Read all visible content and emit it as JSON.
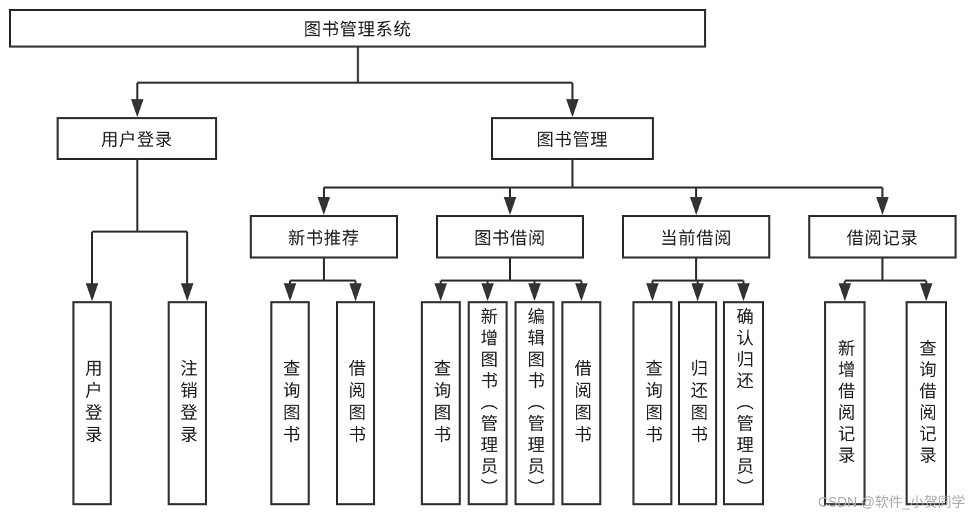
{
  "diagram": {
    "type": "hierarchy-tree",
    "background": "#ffffff",
    "line_color": "#333333",
    "text_color": "#1e1e1e",
    "watermark_color": "#ababab"
  },
  "watermark": {
    "text": "CSDN @软件_小贺同学"
  },
  "tree": {
    "label": "图书管理系统",
    "children": [
      {
        "label": "用户登录",
        "children": [
          {
            "label": "用户登录"
          },
          {
            "label": "注销登录"
          }
        ]
      },
      {
        "label": "图书管理",
        "children": [
          {
            "label": "新书推荐",
            "children": [
              {
                "label": "查询图书"
              },
              {
                "label": "借阅图书"
              }
            ]
          },
          {
            "label": "图书借阅",
            "children": [
              {
                "label": "查询图书"
              },
              {
                "label": "新增图书（管理员）"
              },
              {
                "label": "编辑图书（管理员）"
              },
              {
                "label": "借阅图书"
              }
            ]
          },
          {
            "label": "当前借阅",
            "children": [
              {
                "label": "查询图书"
              },
              {
                "label": "归还图书"
              },
              {
                "label": "确认归还（管理员）"
              }
            ]
          },
          {
            "label": "借阅记录",
            "children": [
              {
                "label": "新增借阅记录"
              },
              {
                "label": "查询借阅记录"
              }
            ]
          }
        ]
      }
    ]
  }
}
